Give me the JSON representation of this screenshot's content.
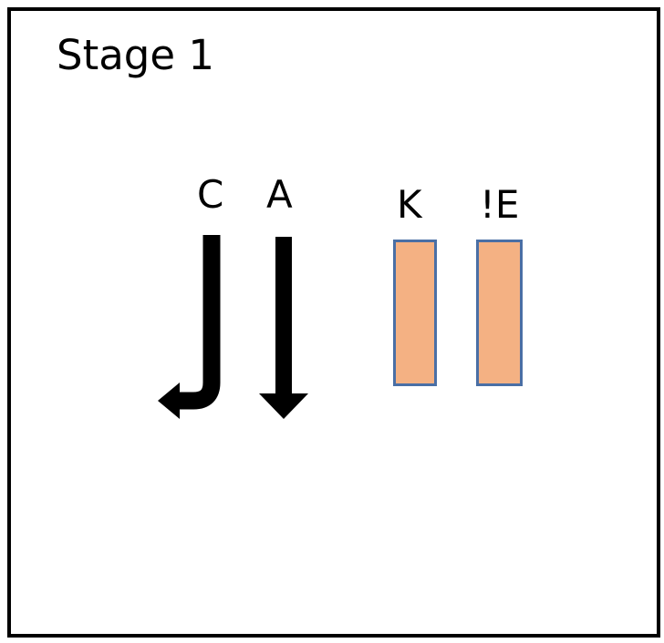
{
  "stage": {
    "title": "Stage 1"
  },
  "labels": {
    "c": "C",
    "a": "A",
    "k": "K",
    "not_e": "!E"
  },
  "colors": {
    "box_fill": "#F4B183",
    "box_border": "#4A6FA5",
    "arrow": "#000000"
  },
  "icons": {
    "c_arrow": "turn-left-arrow-icon",
    "a_arrow": "down-arrow-icon"
  }
}
